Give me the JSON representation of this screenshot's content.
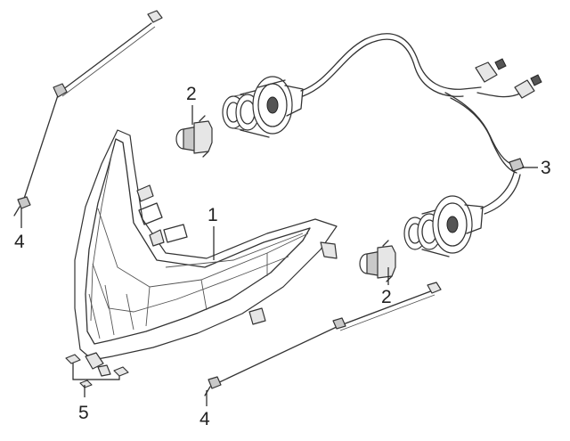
{
  "callouts": {
    "headlight_assembly": "1",
    "bulb_upper": "2",
    "bulb_lower": "2",
    "wire_harness": "3",
    "bolt_left": "4",
    "bolt_bottom": "4",
    "clip": "5"
  }
}
